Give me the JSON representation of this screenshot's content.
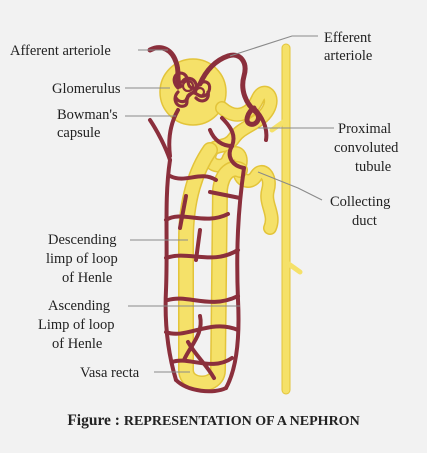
{
  "labels": {
    "afferent": "Afferent arteriole",
    "efferent_1": "Efferent",
    "efferent_2": "arteriole",
    "glomerulus": "Glomerulus",
    "bowman_1": "Bowman's",
    "bowman_2": "capsule",
    "proximal_1": "Proximal",
    "proximal_2": "convoluted",
    "proximal_3": "tubule",
    "collecting_1": "Collecting",
    "collecting_2": "duct",
    "descending_1": "Descending",
    "descending_2": "limp of loop",
    "descending_3": "of Henle",
    "ascending_1": "Ascending",
    "ascending_2": "Limp of loop",
    "ascending_3": "of Henle",
    "vasa": "Vasa recta"
  },
  "caption": {
    "prefix": "Figure : ",
    "text": "REPRESENTATION OF A NEPHRON"
  },
  "colors": {
    "tubule": "#f5e169",
    "tubule_edge": "#e3c43a",
    "vessel": "#8b2f3c",
    "background": "#f2f2f2"
  }
}
